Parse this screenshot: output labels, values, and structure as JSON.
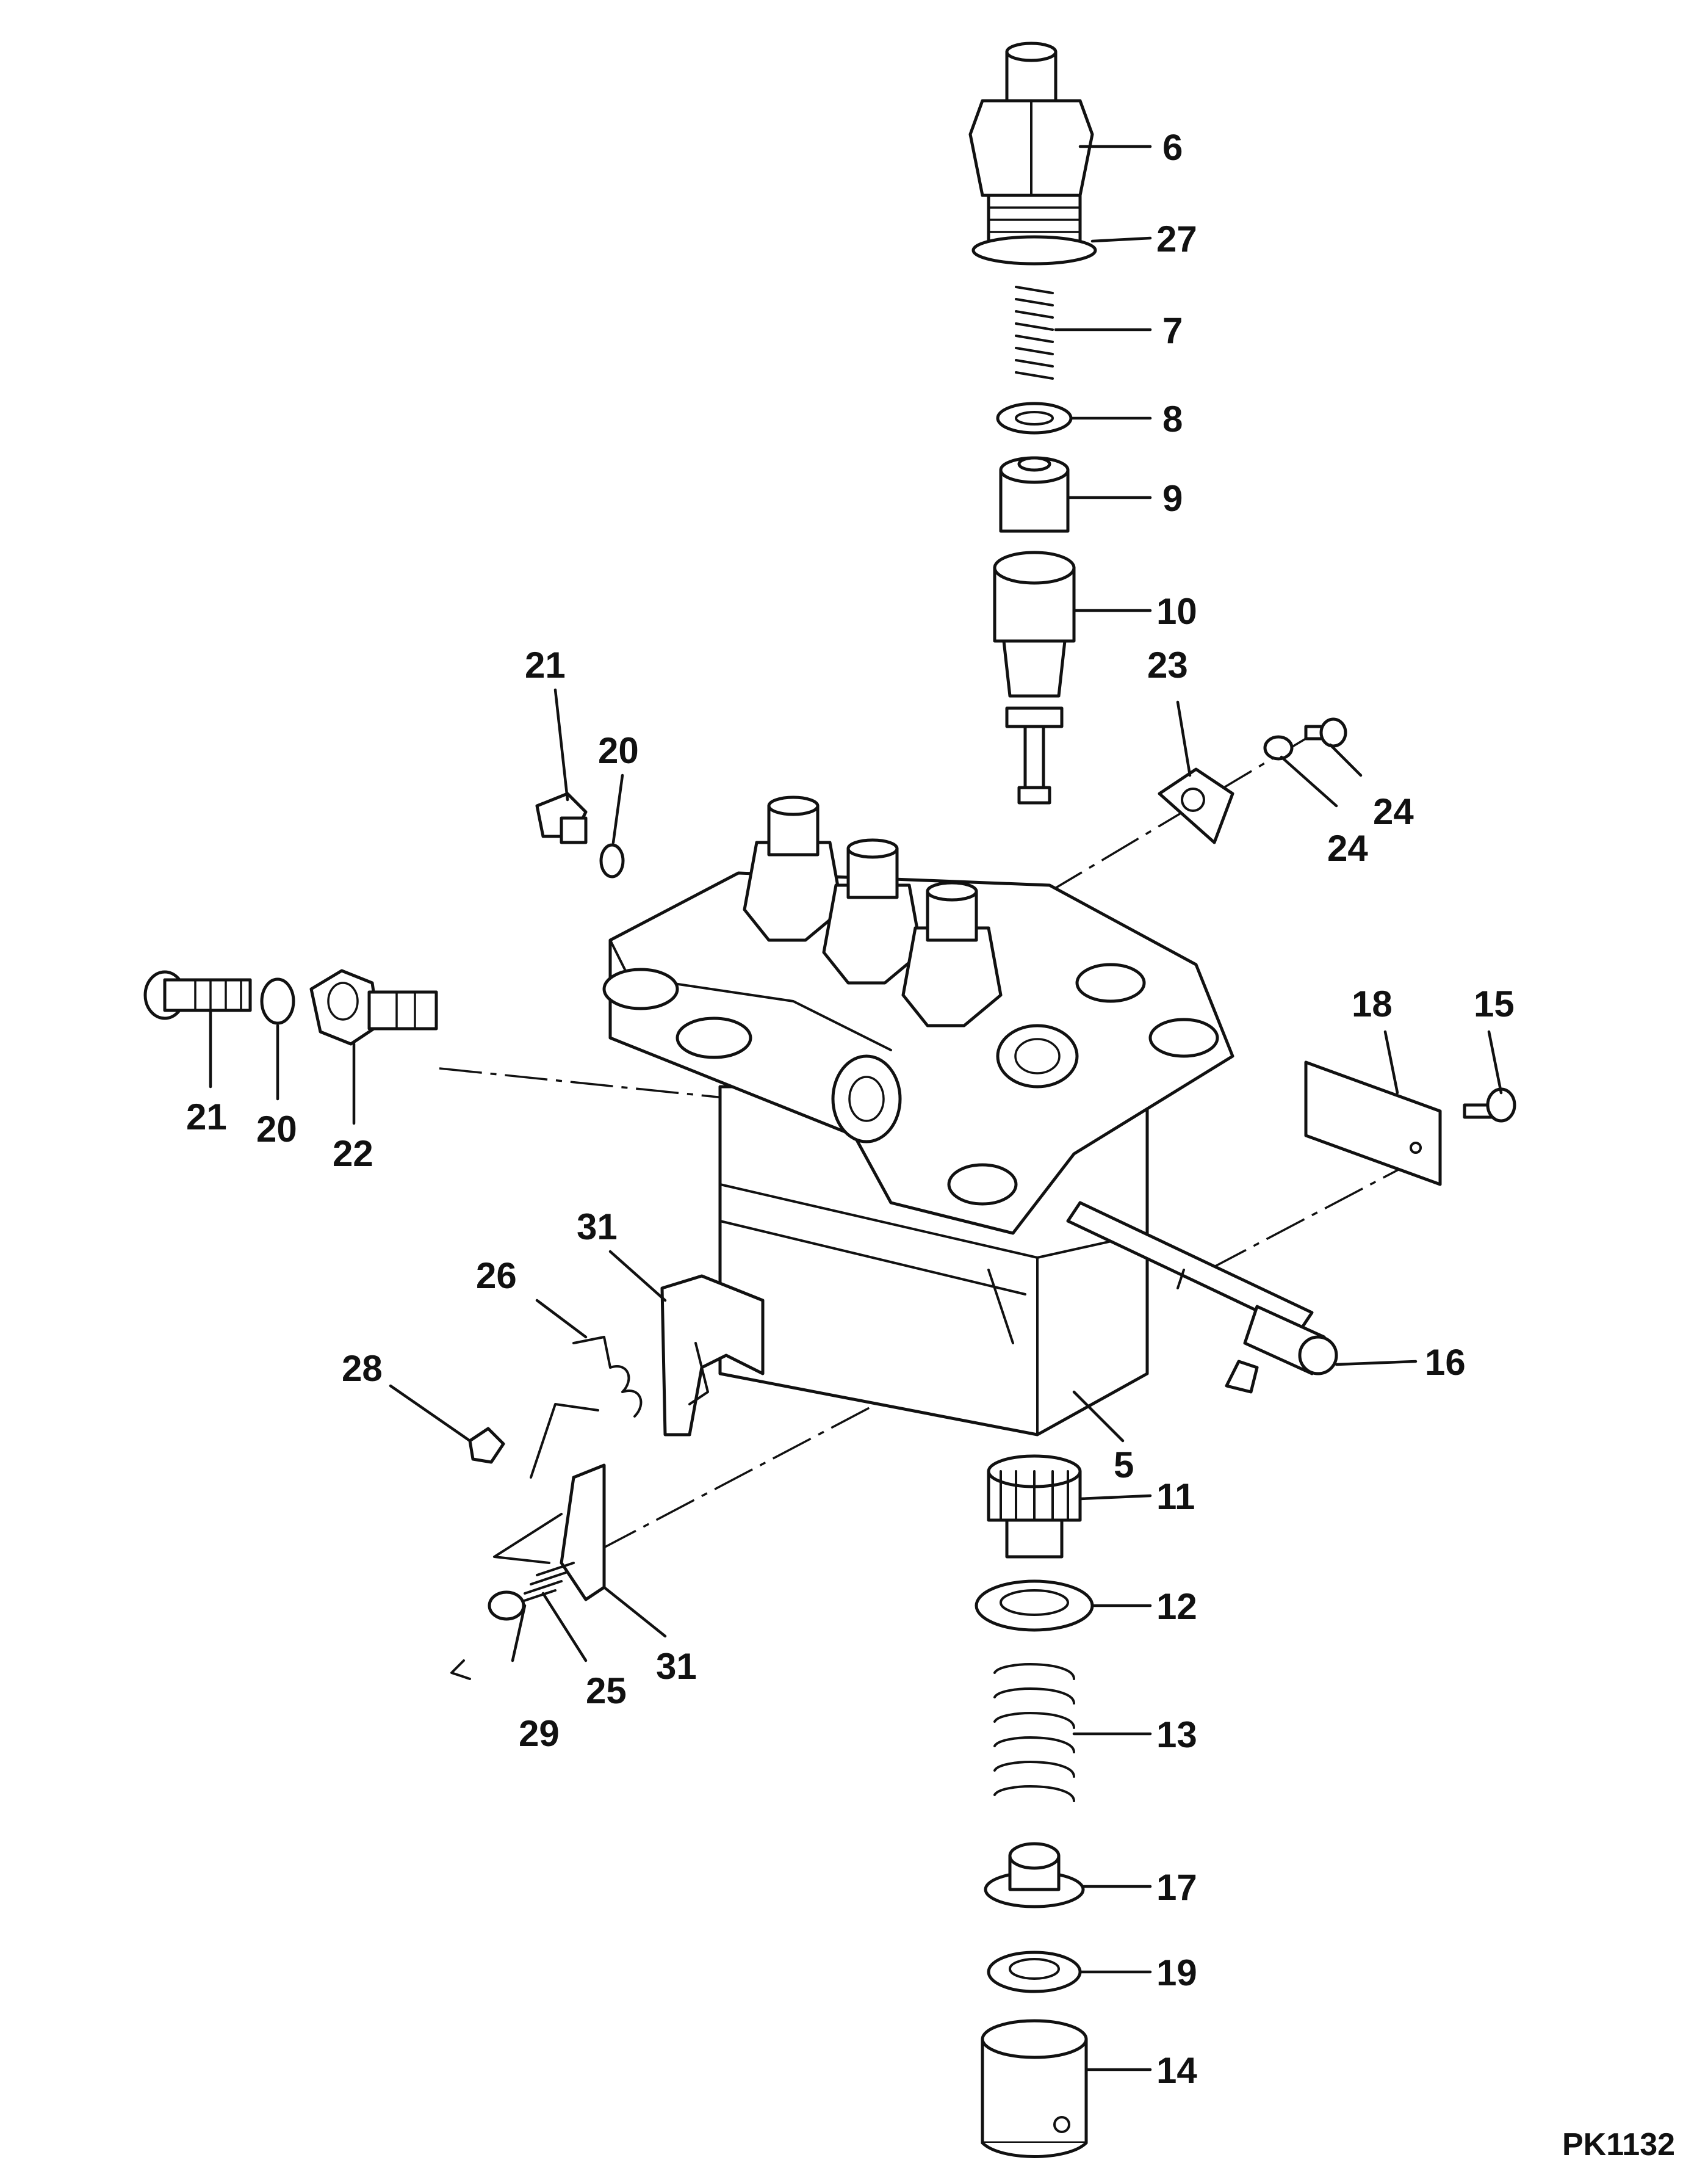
{
  "diagram": {
    "reference_code": "PK1132",
    "callouts": {
      "c6": "6",
      "c27": "27",
      "c7": "7",
      "c8": "8",
      "c9": "9",
      "c10": "10",
      "c23": "23",
      "c24a": "24",
      "c24b": "24",
      "c21a": "21",
      "c20a": "20",
      "c21b": "21",
      "c20b": "20",
      "c22": "22",
      "c18": "18",
      "c15": "15",
      "c16": "16",
      "c5": "5",
      "c31a": "31",
      "c26": "26",
      "c28": "28",
      "c25": "25",
      "c29": "29",
      "c31b": "31",
      "c11": "11",
      "c12": "12",
      "c13": "13",
      "c17": "17",
      "c19": "19",
      "c14": "14"
    }
  }
}
